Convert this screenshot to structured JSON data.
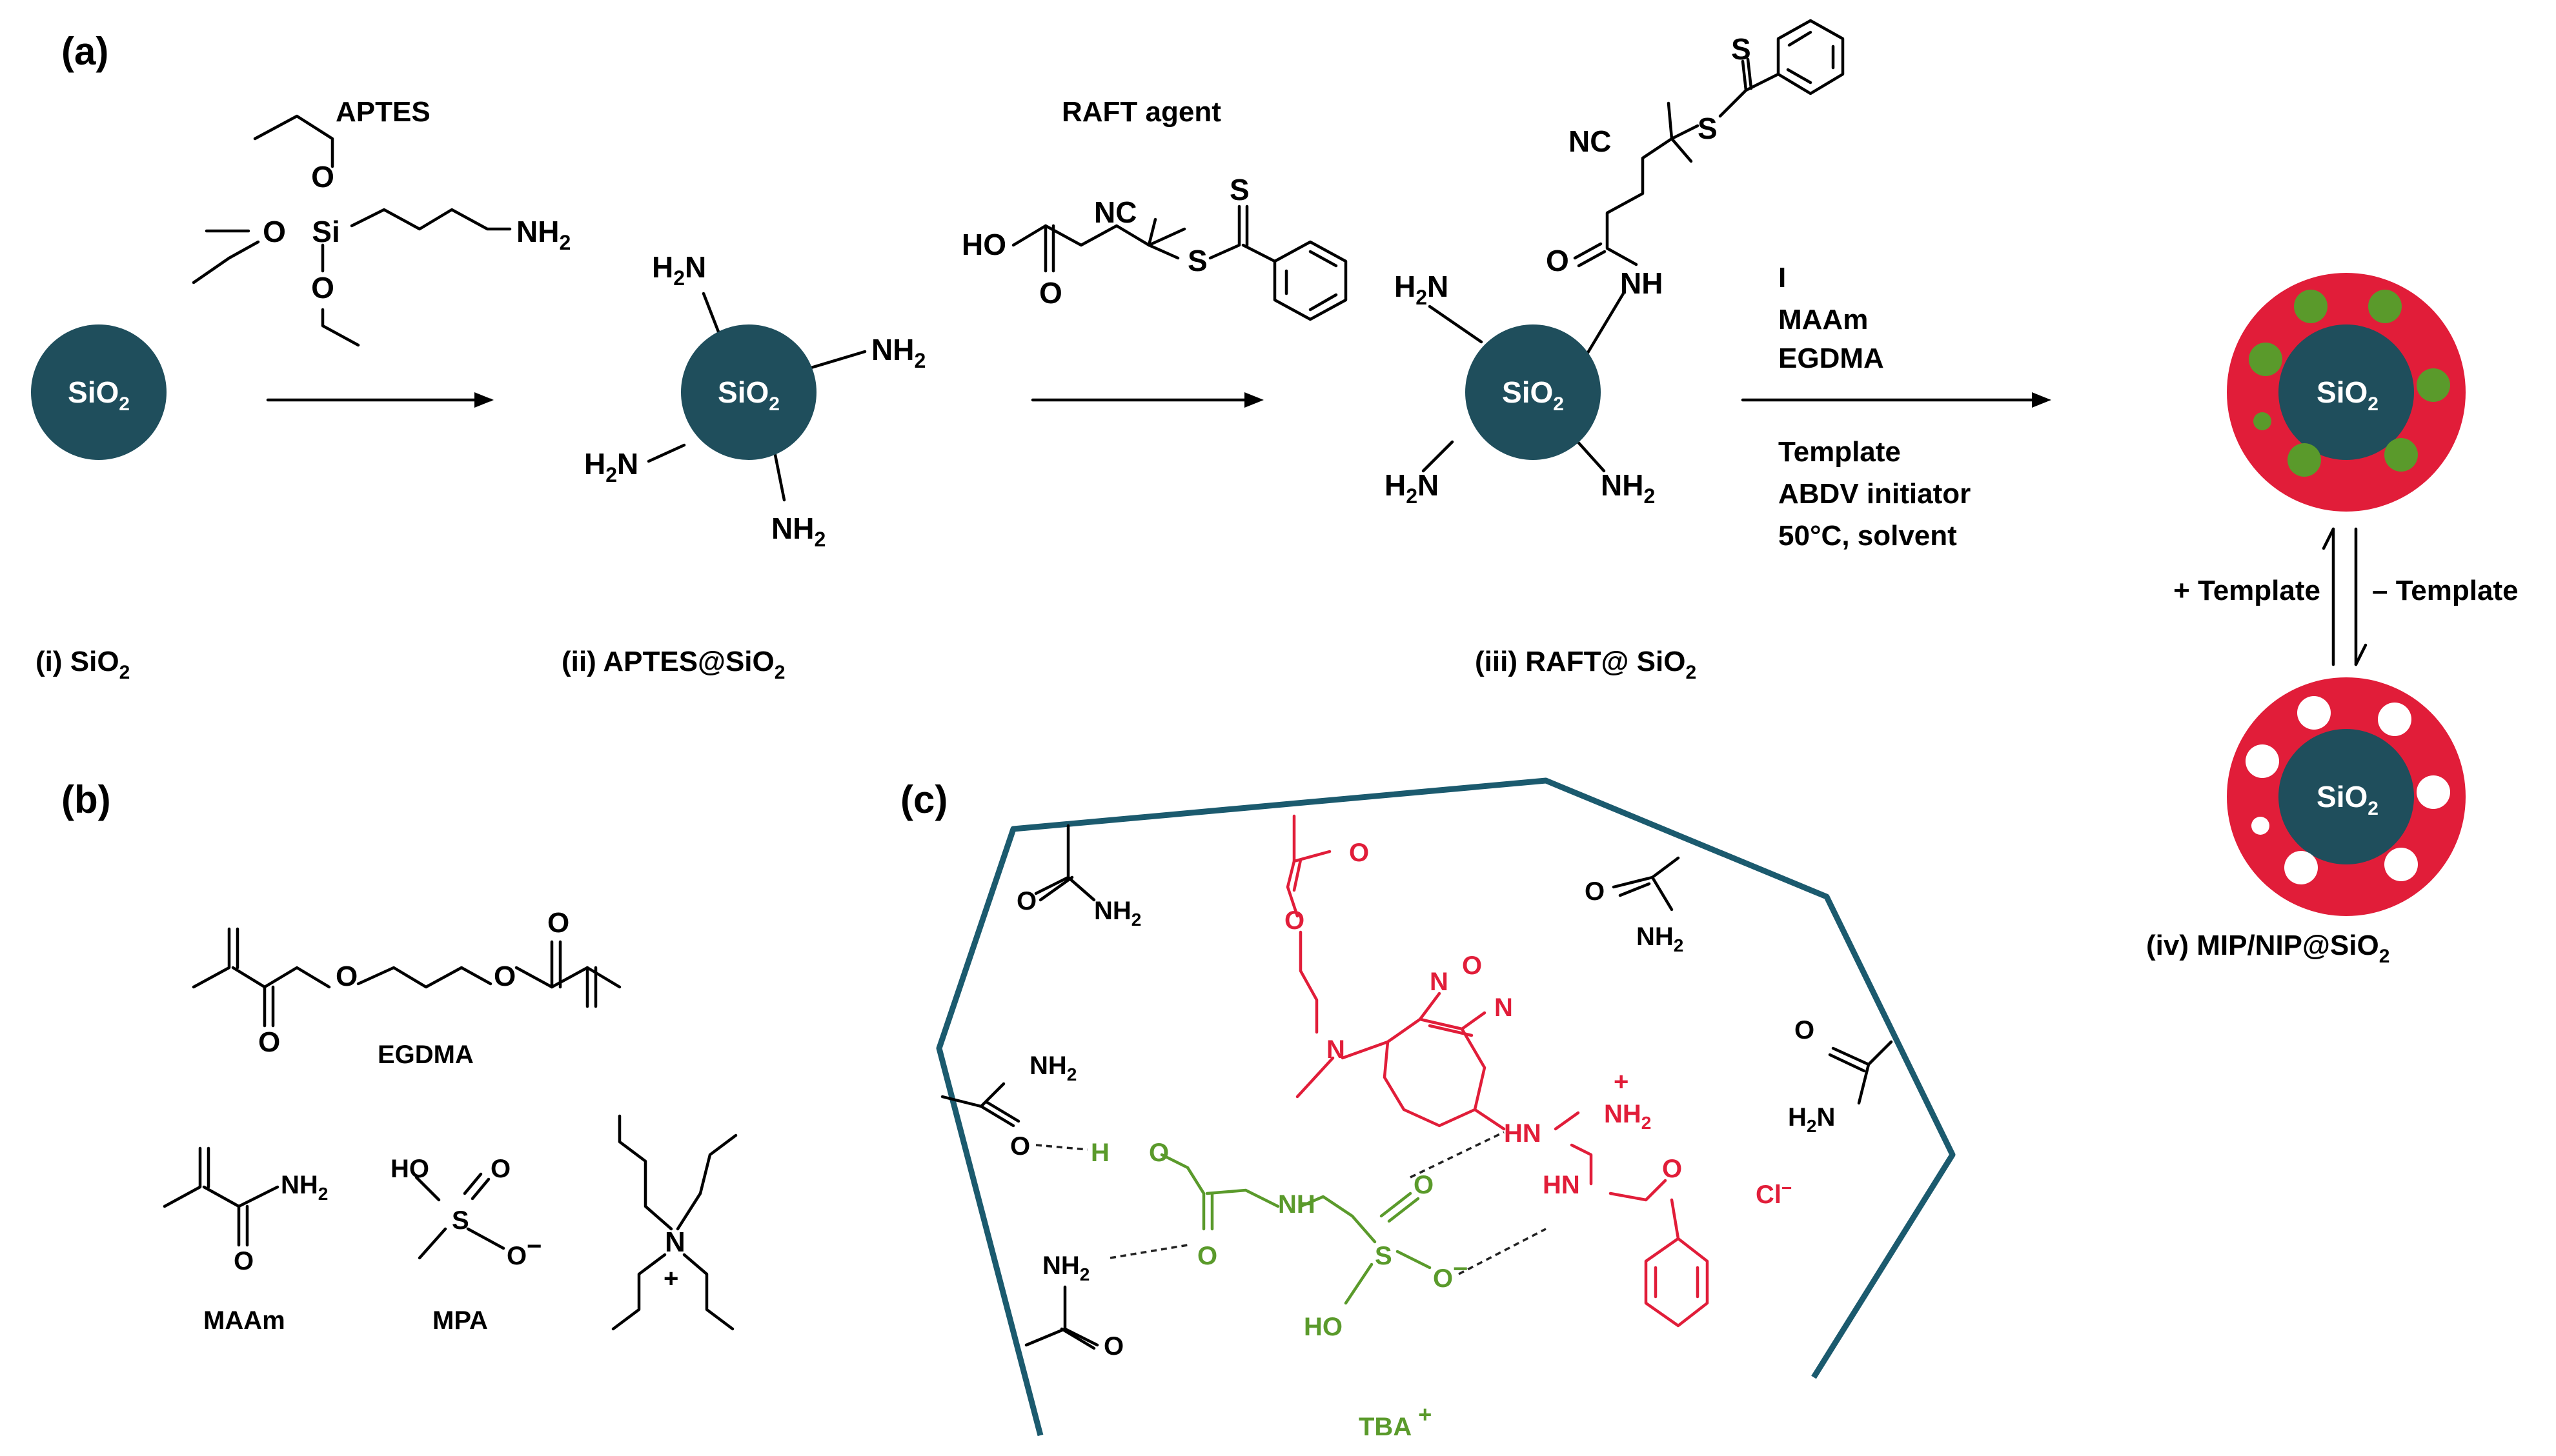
{
  "panels": {
    "a": "(a)",
    "b": "(b)",
    "c": "(c)"
  },
  "colors": {
    "silica": "#1f4e5c",
    "mip_shell": "#e11d39",
    "template_site": "#5a9a2b",
    "cavity_outline": "#1b5a6e",
    "text": "#000000"
  },
  "reagents": {
    "aptes": "APTES",
    "raft_agent": "RAFT agent",
    "step3": [
      "I",
      "MAAm",
      "EGDMA"
    ],
    "step3_conditions": [
      "Template",
      "ABDV initiator",
      "50°C, solvent"
    ]
  },
  "particles": {
    "core_sio2": [
      "SiO",
      "2"
    ],
    "stage_labels": [
      {
        "pre": "(i) SiO",
        "sub": "2",
        "post": ""
      },
      {
        "pre": "(ii) APTES@SiO",
        "sub": "2",
        "post": ""
      },
      {
        "pre": "(iii) RAFT@ SiO",
        "sub": "2",
        "post": ""
      },
      {
        "pre": "(iv) MIP/NIP@SiO",
        "sub": "2",
        "post": ""
      }
    ]
  },
  "equilibrium": {
    "forward": "+ Template",
    "reverse": "– Template"
  },
  "monomers": {
    "egdma": "EGDMA",
    "maam": "MAAm",
    "mpa": "MPA"
  },
  "atoms": {
    "o": "O",
    "si": "Si",
    "s": "S",
    "n": "N",
    "nc": "NC",
    "ho": "HO",
    "nh": "NH",
    "hn": "HN",
    "h": "H",
    "plus": "+",
    "minus": "−",
    "nh2": [
      "NH",
      "2"
    ],
    "h2n": [
      "H",
      "2",
      "N"
    ],
    "o_minus": [
      "O",
      "−"
    ]
  },
  "cavity": {
    "counter_ion": [
      "Cl",
      "−"
    ],
    "tba": [
      "TBA",
      "+"
    ]
  }
}
